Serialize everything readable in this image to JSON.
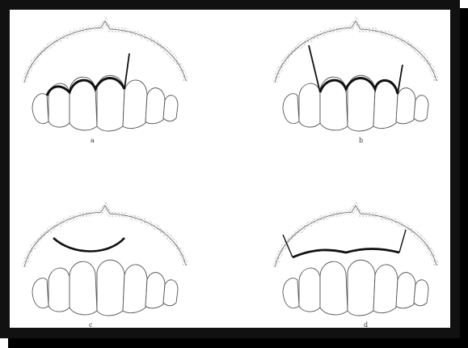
{
  "figure": {
    "panels": [
      {
        "id": "a",
        "label": "a",
        "variant": "vertical-incision-left"
      },
      {
        "id": "b",
        "label": "b",
        "variant": "two-vertical-incisions"
      },
      {
        "id": "c",
        "label": "c",
        "variant": "semilunar-incision"
      },
      {
        "id": "d",
        "label": "d",
        "variant": "trapezoidal-flap"
      }
    ],
    "colors": {
      "frame": "#111111",
      "background": "#ffffff",
      "ink": "#222222",
      "gingiva_stipple": "#8a8a8a"
    }
  }
}
